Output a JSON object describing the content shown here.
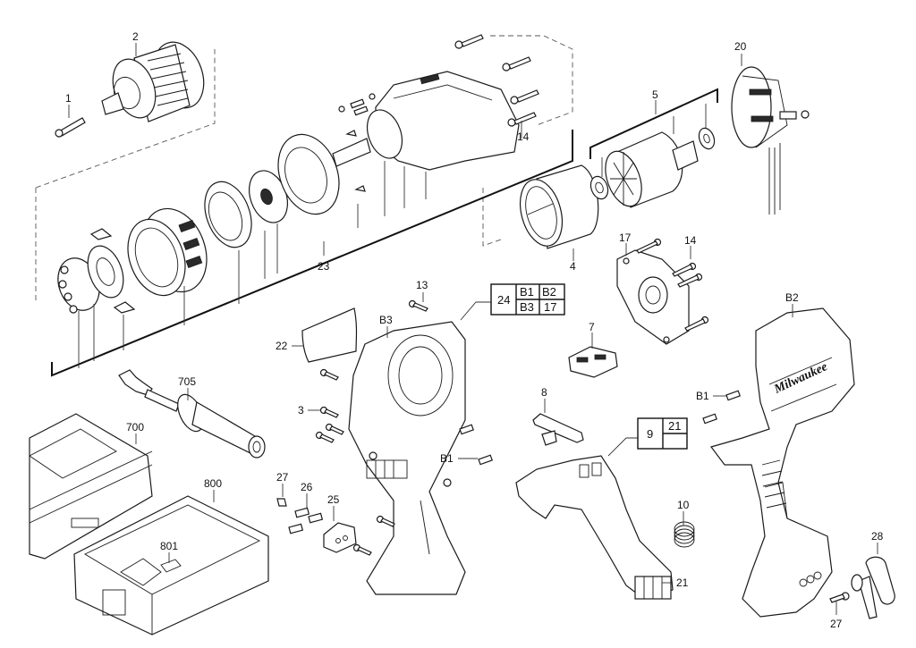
{
  "diagram": {
    "title": "Exploded parts view - cordless hammer drill/driver",
    "brand_mark": "Milwaukee",
    "callouts": {
      "c1": "1",
      "c2": "2",
      "c3": "3",
      "c4": "4",
      "c5": "5",
      "c7": "7",
      "c8": "8",
      "c10": "10",
      "c13": "13",
      "c14a": "14",
      "c14b": "14",
      "c17": "17",
      "c20": "20",
      "c21": "21",
      "c22": "22",
      "c23": "23",
      "c25": "25",
      "c26": "26",
      "c27a": "27",
      "c27b": "27",
      "c28": "28",
      "cB1a": "B1",
      "cB1b": "B1",
      "cB2": "B2",
      "cB3": "B3",
      "c700": "700",
      "c705": "705",
      "c800": "800",
      "c801": "801"
    },
    "kit_boxes": [
      {
        "main": "24",
        "cells": [
          "B1",
          "B2",
          "B3",
          "17"
        ]
      },
      {
        "main": "9",
        "cells": [
          "21",
          ""
        ]
      }
    ]
  }
}
